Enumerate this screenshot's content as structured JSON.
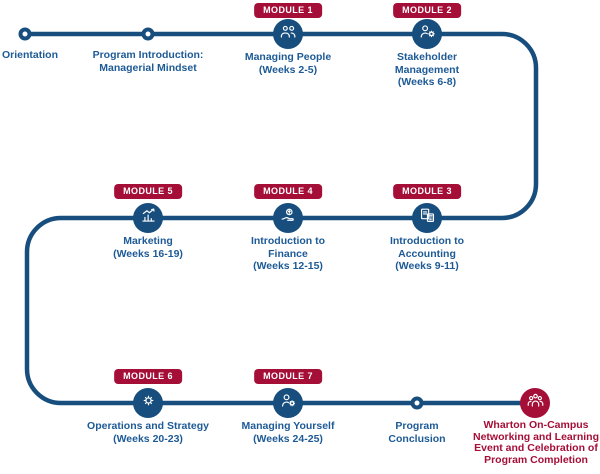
{
  "colors": {
    "line": "#174e7e",
    "label": "#1d5a96",
    "badge": "#a50e37"
  },
  "nodes": {
    "orientation": {
      "label": "Orientation"
    },
    "program_introduction": {
      "label": "Program Introduction:\nManagerial Mindset"
    },
    "module1": {
      "badge": "MODULE 1",
      "label": "Managing People\n(Weeks 2-5)",
      "icon": "people-group-icon"
    },
    "module2": {
      "badge": "MODULE 2",
      "label": "Stakeholder\nManagement\n(Weeks 6-8)",
      "icon": "stakeholder-icon"
    },
    "module3": {
      "badge": "MODULE 3",
      "label": "Introduction to\nAccounting\n(Weeks 9-11)",
      "icon": "calculator-icon"
    },
    "module4": {
      "badge": "MODULE 4",
      "label": "Introduction to\nFinance\n(Weeks 12-15)",
      "icon": "hand-coin-icon"
    },
    "module5": {
      "badge": "MODULE 5",
      "label": "Marketing\n(Weeks 16-19)",
      "icon": "marketing-chart-icon"
    },
    "module6": {
      "badge": "MODULE 6",
      "label": "Operations and Strategy\n(Weeks 20-23)",
      "icon": "gear-icon"
    },
    "module7": {
      "badge": "MODULE 7",
      "label": "Managing Yourself\n(Weeks 24-25)",
      "icon": "person-gear-icon"
    },
    "program_conclusion": {
      "label": "Program\nConclusion"
    },
    "finale": {
      "label": "Wharton On-Campus\nNetworking and Learning\nEvent and Celebration of\nProgram Completion",
      "icon": "networking-icon"
    }
  }
}
